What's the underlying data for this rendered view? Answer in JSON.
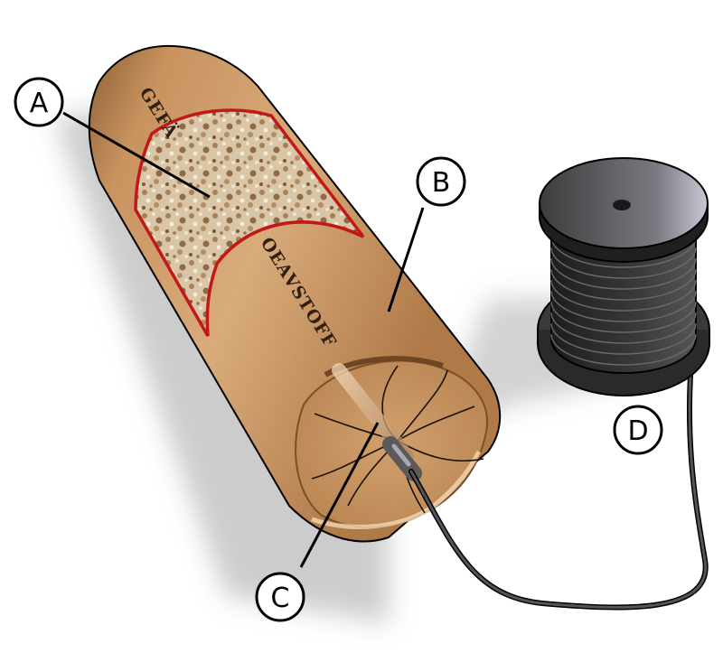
{
  "labels": {
    "a": "A",
    "b": "B",
    "c": "C",
    "d": "D"
  },
  "casing_text": {
    "top": "GEFÄ",
    "bottom": "OEAVSTOFF"
  },
  "colors": {
    "casing": "#c8935f",
    "casing_dark": "#9a6a3c",
    "casing_light": "#ddb184",
    "cutaway_outline": "#c31818",
    "filling": "#d8c4a4",
    "filling_dark": "#9a7550",
    "spool_body": "#2a2a2a",
    "spool_flange": "#555555",
    "spool_flange_light": "#bdbdc8",
    "cable": "#3a3a3a",
    "shadow": "#bdbdbd"
  }
}
